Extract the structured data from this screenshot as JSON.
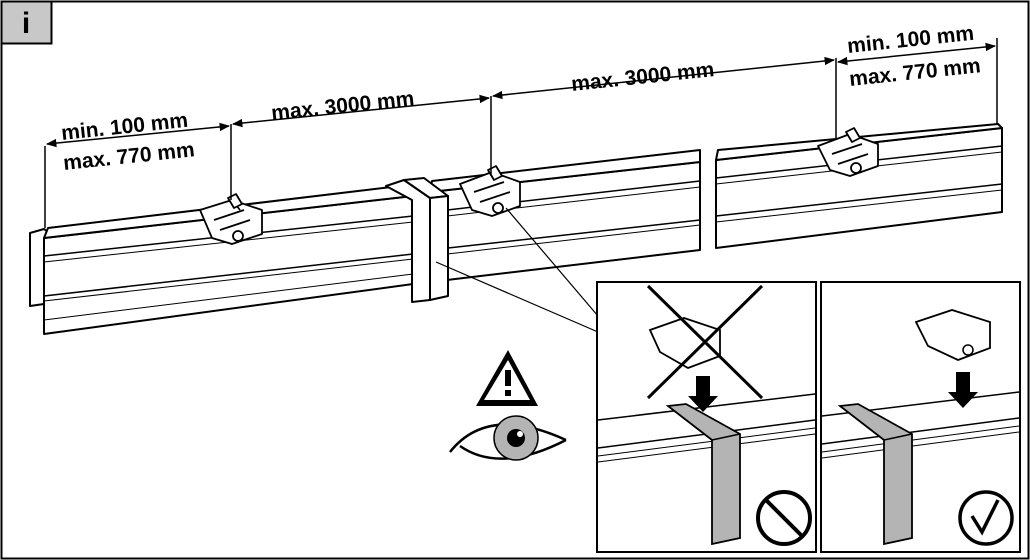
{
  "info_badge": {
    "letter": "i",
    "fill": "#c8c8c8"
  },
  "dimensions": {
    "left_min": "min.  100 mm",
    "left_max": "max. 770 mm",
    "span_1": "max. 3000 mm",
    "span_2": "max. 3000 mm",
    "right_min": "min.  100 mm",
    "right_max": "max. 770 mm"
  },
  "icons": {
    "warning": "warning-triangle-icon",
    "eye": "eye-icon",
    "incorrect_cross": "cross-icon",
    "prohibited": "prohibited-icon",
    "correct": "checkmark-icon"
  },
  "colors": {
    "joint_connector": "#b4b4b4",
    "outline": "#000000",
    "badge": "#c8c8c8"
  }
}
